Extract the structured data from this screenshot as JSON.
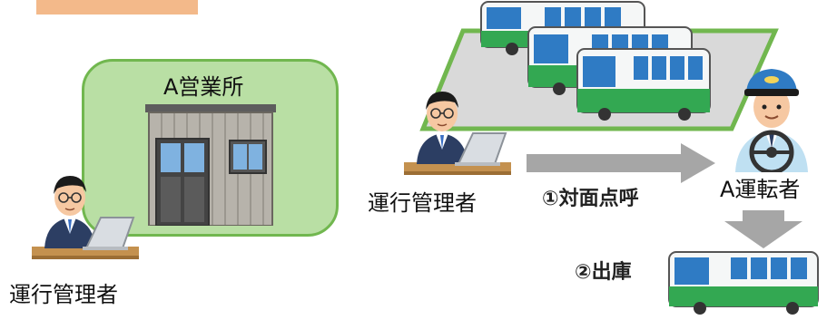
{
  "colors": {
    "tag_fill": "#f3b98a",
    "office_fill": "#b9dfa4",
    "office_border": "#71b74f",
    "lot_fill": "#d9d9d9",
    "lot_border": "#71b74f",
    "arrow": "#a6a6a6",
    "bus_green": "#33a852",
    "bus_white": "#f5f7f7",
    "bus_window": "#2f7bc4"
  },
  "office": {
    "name": "A営業所"
  },
  "left_manager": {
    "label": "運行管理者"
  },
  "right_manager": {
    "label": "運行管理者"
  },
  "driver": {
    "label": "A運転者"
  },
  "steps": {
    "roll_call": "①対面点呼",
    "departure": "②出庫"
  },
  "icons": {
    "tag": "label-tag",
    "building": "office-building-icon",
    "manager": "manager-at-laptop-icon",
    "driver": "bus-driver-icon",
    "bus": "bus-icon",
    "lot": "bus-depot-lot"
  }
}
